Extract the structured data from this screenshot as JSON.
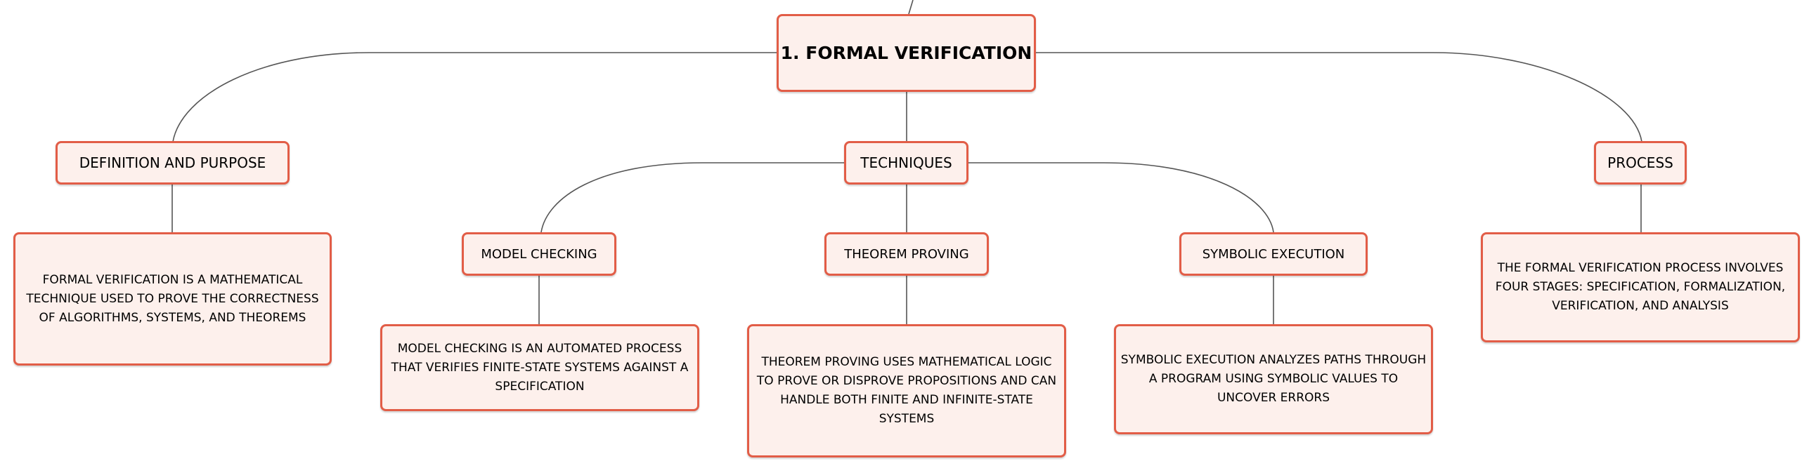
{
  "colors": {
    "node_fill": "#fdf0ec",
    "node_border": "#e25d47",
    "connector": "#555555"
  },
  "root": {
    "label": "1. FORMAL VERIFICATION"
  },
  "branches": {
    "definition": {
      "label": "DEFINITION AND PURPOSE",
      "detail": "FORMAL VERIFICATION IS A MATHEMATICAL TECHNIQUE USED TO PROVE THE CORRECTNESS OF ALGORITHMS, SYSTEMS, AND THEOREMS"
    },
    "techniques": {
      "label": "TECHNIQUES",
      "model_checking": {
        "label": "MODEL CHECKING",
        "detail": "MODEL CHECKING IS AN AUTOMATED PROCESS THAT VERIFIES FINITE-STATE SYSTEMS AGAINST A SPECIFICATION"
      },
      "theorem_proving": {
        "label": "THEOREM PROVING",
        "detail": "THEOREM PROVING USES MATHEMATICAL LOGIC TO PROVE OR DISPROVE PROPOSITIONS AND CAN HANDLE BOTH FINITE AND INFINITE-STATE SYSTEMS"
      },
      "symbolic_execution": {
        "label": "SYMBOLIC EXECUTION",
        "detail": "SYMBOLIC EXECUTION ANALYZES PATHS THROUGH A PROGRAM USING SYMBOLIC VALUES TO UNCOVER ERRORS"
      }
    },
    "process": {
      "label": "PROCESS",
      "detail": "THE FORMAL VERIFICATION PROCESS INVOLVES FOUR STAGES: SPECIFICATION, FORMALIZATION, VERIFICATION, AND ANALYSIS"
    }
  }
}
